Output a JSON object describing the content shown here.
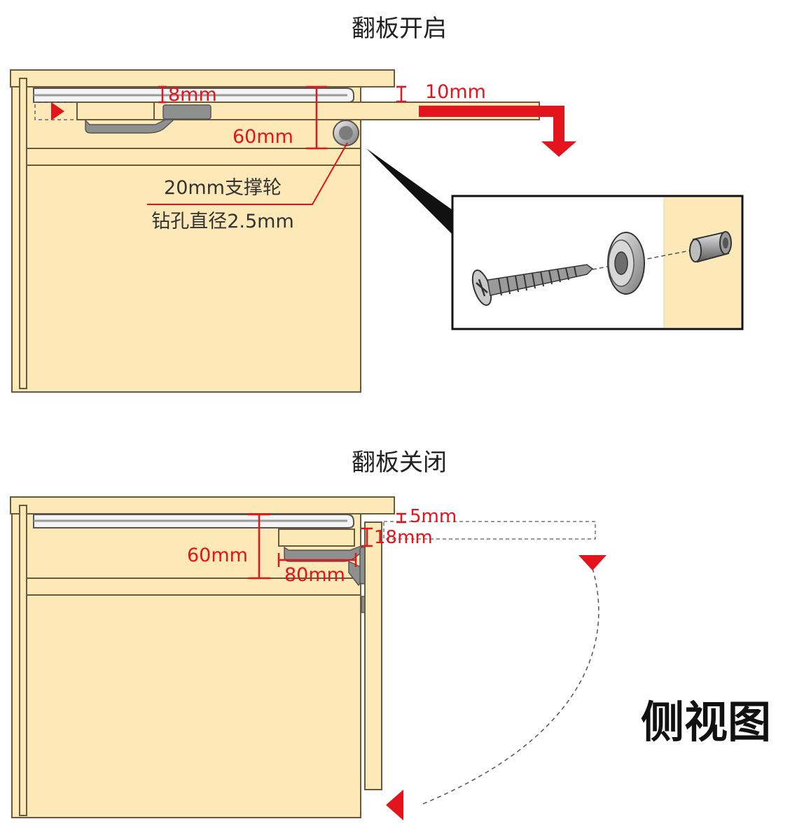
{
  "top": {
    "title": "翻板开启",
    "dim_8mm": "8mm",
    "dim_10mm": "10mm",
    "dim_60mm": "60mm",
    "wheel_label": "20mm支撑轮",
    "drill_label": "钻孔直径2.5mm"
  },
  "bottom": {
    "title": "翻板关闭",
    "dim_5mm": "5mm",
    "dim_18mm": "18mm",
    "dim_60mm": "60mm",
    "dim_80mm": "80mm"
  },
  "side_view_label": "侧视图",
  "colors": {
    "wood": "#fde8b8",
    "wood_edge": "#6b5a3a",
    "red": "#e3141b",
    "metal": "#8e8f8f"
  }
}
